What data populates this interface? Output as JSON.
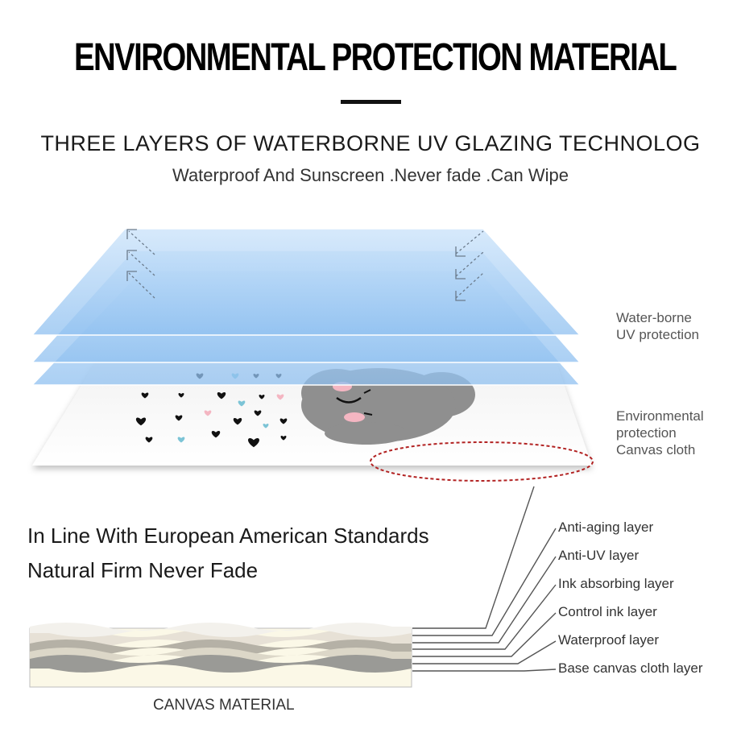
{
  "header": {
    "title": "ENVIRONMENTAL PROTECTION MATERIAL",
    "subtitle": "THREE LAYERS OF WATERBORNE UV GLAZING TECHNOLOG",
    "tagline": "Waterproof And Sunscreen .Never fade .Can Wipe"
  },
  "callouts": {
    "uv_line1": "Water-borne",
    "uv_line2": "UV protection",
    "canvas_line1": "Environmental",
    "canvas_line2": "protection",
    "canvas_line3": "Canvas cloth"
  },
  "standards": {
    "line1": "In Line With European American Standards",
    "line2": "Natural Firm Never Fade"
  },
  "layers": [
    "Anti-aging layer",
    "Anti-UV layer",
    "Ink absorbing layer",
    "Control ink layer",
    "Waterproof layer",
    "Base canvas cloth layer"
  ],
  "cross_section": {
    "caption": "CANVAS MATERIAL"
  },
  "colors": {
    "glaze_blue": "#a9d0f5",
    "highlight_dashed": "#b22222",
    "bear_gray": "#8f8f8f",
    "cheek_pink": "#f4b6c2",
    "accent_teal": "#7cc4d6"
  }
}
